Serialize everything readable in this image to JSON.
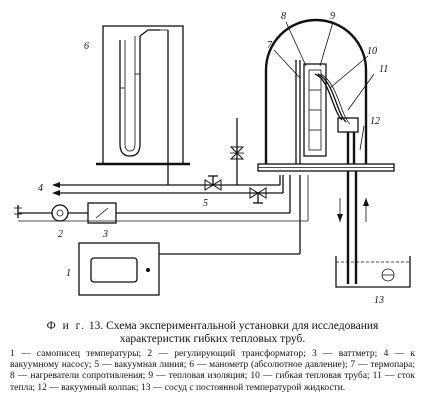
{
  "labels": {
    "l1": "1",
    "l2": "2",
    "l3": "3",
    "l4": "4",
    "l5": "5",
    "l6": "6",
    "l7": "7",
    "l8": "8",
    "l9": "9",
    "l10": "10",
    "l11": "11",
    "l12": "12",
    "l13": "13"
  },
  "caption": {
    "lead": "Ф и г.",
    "title": "13. Схема экспериментальной установки для исследования характеристик гибких тепловых труб.",
    "legend": "1 — самописец температуры; 2 — регулирующий трансформатор; 3 — ваттметр; 4 — к вакуумному насосу; 5 — вакуумная линия; 6 — манометр (абсолютное давление); 7 — термопара; 8 — нагреватели сопротивления; 9 — тепловая изоляция; 10 — гибкая тепловая труба; 11 — сток тепла; 12 — вакуумный колпак; 13 — сосуд с постоянной температурой жидкости."
  }
}
